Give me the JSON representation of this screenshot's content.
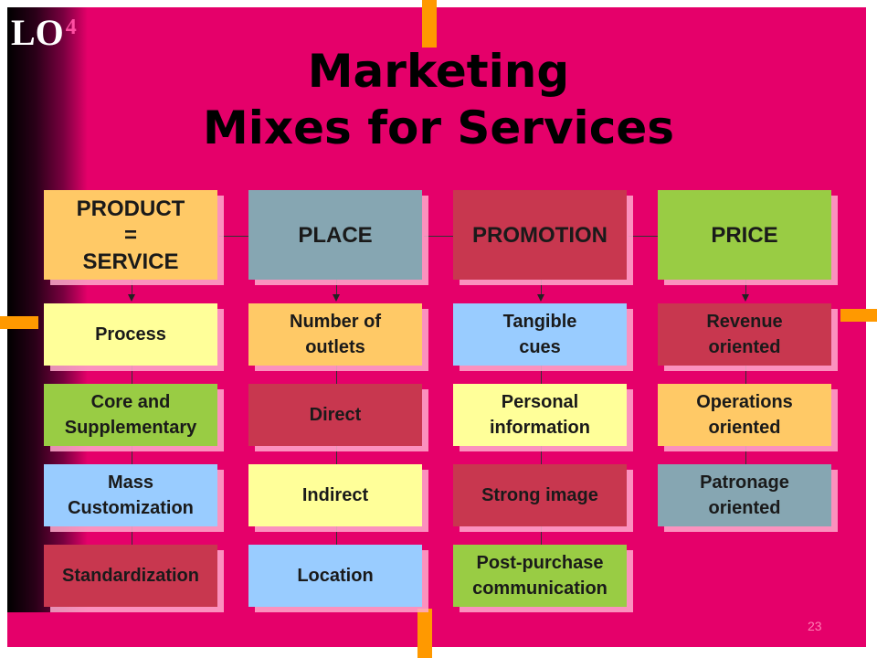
{
  "slide": {
    "badge": {
      "main": "LO",
      "sup": "4"
    },
    "title_line1": "Marketing",
    "title_line2": "Mixes for Services",
    "page_number": "23"
  },
  "columns": [
    {
      "header": "PRODUCT\n=\nSERVICE",
      "items": [
        "Process",
        "Core and\nSupplementary",
        "Mass\nCustomization",
        "Standardization"
      ]
    },
    {
      "header": "PLACE",
      "items": [
        "Number of\noutlets",
        "Direct",
        "Indirect",
        "Location"
      ]
    },
    {
      "header": "PROMOTION",
      "items": [
        "Tangible\ncues",
        "Personal\ninformation",
        "Strong image",
        "Post-purchase\ncommunication"
      ]
    },
    {
      "header": "PRICE",
      "items": [
        "Revenue\noriented",
        "Operations\noriented",
        "Patronage\noriented"
      ]
    }
  ],
  "colors": {
    "background": "#e5006a",
    "orange_box": "#ffc966",
    "slate_box": "#86a6b2",
    "red_box": "#c8374f",
    "green_box": "#99cc44",
    "yellow_box": "#ffff99",
    "blue_box": "#99ccff",
    "accent": "#ff9900"
  }
}
